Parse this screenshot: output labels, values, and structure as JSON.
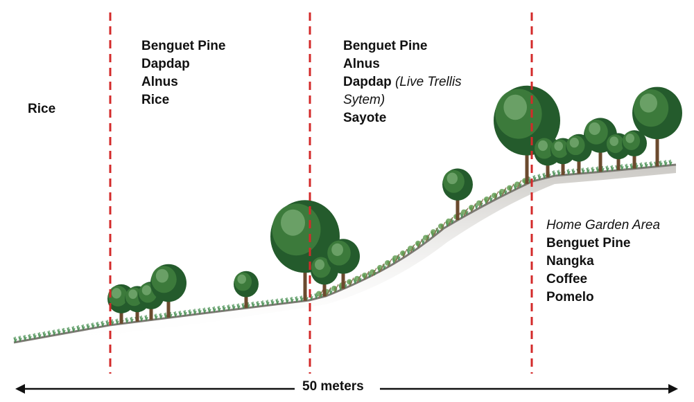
{
  "zones": [
    {
      "lines": [
        {
          "parts": [
            {
              "text": "Rice",
              "style": "bold"
            }
          ]
        }
      ]
    },
    {
      "lines": [
        {
          "parts": [
            {
              "text": "Benguet Pine",
              "style": "bold"
            }
          ]
        },
        {
          "parts": [
            {
              "text": "Dapdap",
              "style": "bold"
            }
          ]
        },
        {
          "parts": [
            {
              "text": "Alnus",
              "style": "bold"
            }
          ]
        },
        {
          "parts": [
            {
              "text": "Rice",
              "style": "bold"
            }
          ]
        }
      ]
    },
    {
      "lines": [
        {
          "parts": [
            {
              "text": "Benguet Pine",
              "style": "bold"
            }
          ]
        },
        {
          "parts": [
            {
              "text": "Alnus",
              "style": "bold"
            }
          ]
        },
        {
          "parts": [
            {
              "text": "Dapdap",
              "style": "bold"
            },
            {
              "text": " (Live Trellis",
              "style": "italic"
            }
          ]
        },
        {
          "parts": [
            {
              "text": "Sytem)",
              "style": "italic"
            }
          ]
        },
        {
          "parts": [
            {
              "text": "Sayote",
              "style": "bold"
            }
          ]
        }
      ]
    },
    {
      "lines": [
        {
          "parts": [
            {
              "text": "Home Garden Area",
              "style": "italic"
            }
          ]
        },
        {
          "parts": [
            {
              "text": "Benguet Pine",
              "style": "bold"
            }
          ]
        },
        {
          "parts": [
            {
              "text": "Nangka",
              "style": "bold"
            }
          ]
        },
        {
          "parts": [
            {
              "text": "Coffee",
              "style": "bold"
            }
          ]
        },
        {
          "parts": [
            {
              "text": "Pomelo",
              "style": "bold"
            }
          ]
        }
      ]
    }
  ],
  "scale": {
    "label": "50 meters"
  },
  "colors": {
    "divider": "#d32a2a",
    "ground": "#8c8a86",
    "grass": "#3f8a4a",
    "foliage_dark": "#245b2c",
    "foliage_mid": "#3f7d3d",
    "foliage_light": "#8fbf8a",
    "trunk": "#6b4a2e",
    "vine": "#5e9a4c",
    "arrow": "#111111"
  }
}
